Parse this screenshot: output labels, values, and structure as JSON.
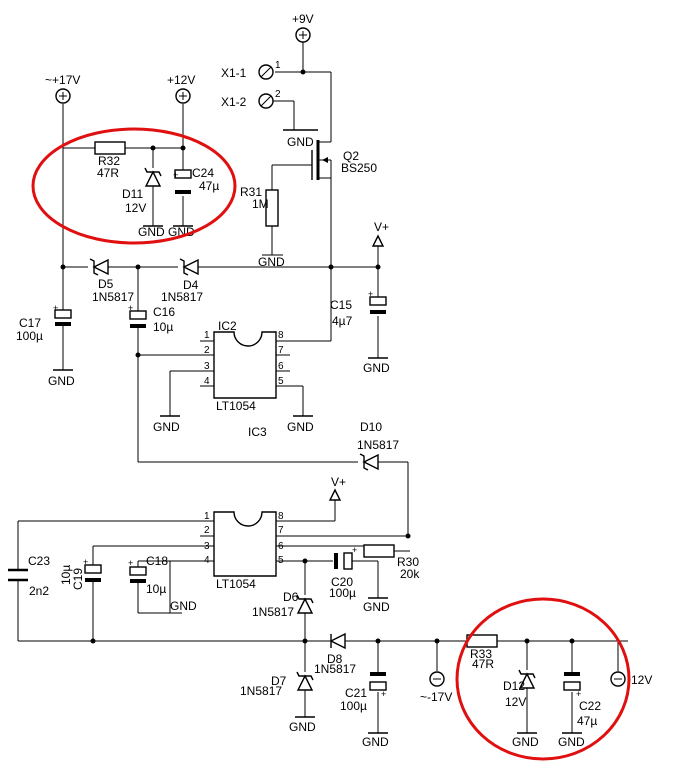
{
  "rails": {
    "p9": "+9V",
    "p17": "~+17V",
    "p12": "+12V",
    "vplus1": "V+",
    "vplus2": "V+",
    "m17": "~-17V",
    "m12": "-12V"
  },
  "connectors": {
    "x1": "X1-1",
    "x1_pin": "1",
    "x2": "X1-2",
    "x2_pin": "2"
  },
  "transistor": {
    "ref": "Q2",
    "value": "BS250"
  },
  "resistors": {
    "r31": {
      "ref": "R31",
      "value": "1M"
    },
    "r32": {
      "ref": "R32",
      "value": "47R"
    },
    "r30": {
      "ref": "R30",
      "value": "20k"
    },
    "r33": {
      "ref": "R33",
      "value": "47R"
    }
  },
  "diodes": {
    "d11": {
      "ref": "D11",
      "value": "12V"
    },
    "d5": {
      "ref": "D5",
      "value": "1N5817"
    },
    "d4": {
      "ref": "D4",
      "value": "1N5817"
    },
    "d10": {
      "ref": "D10",
      "value": "1N5817"
    },
    "d6": {
      "ref": "D6",
      "value": "1N5817"
    },
    "d7": {
      "ref": "D7",
      "value": "1N5817"
    },
    "d8": {
      "ref": "D8",
      "value": "1N5817"
    },
    "d12": {
      "ref": "D12",
      "value": "12V"
    }
  },
  "capacitors": {
    "c24": {
      "ref": "C24",
      "value": "47µ"
    },
    "c17": {
      "ref": "C17",
      "value": "100µ"
    },
    "c16": {
      "ref": "C16",
      "value": "10µ"
    },
    "c15": {
      "ref": "C15",
      "value": "4µ7"
    },
    "c23": {
      "ref": "C23",
      "value": "2n2"
    },
    "c19": {
      "ref": "C19",
      "value": "10µ"
    },
    "c18": {
      "ref": "C18",
      "value": "10µ"
    },
    "c20": {
      "ref": "C20",
      "value": "100µ"
    },
    "c21": {
      "ref": "C21",
      "value": "100µ"
    },
    "c22": {
      "ref": "C22",
      "value": "47µ"
    }
  },
  "ics": {
    "ic2": {
      "ref": "IC2",
      "value": "LT1054"
    },
    "ic3": {
      "ref": "IC3",
      "value": "LT1054"
    },
    "pins": [
      "1",
      "2",
      "3",
      "4",
      "5",
      "6",
      "7",
      "8"
    ]
  },
  "gnd": "GND",
  "plus_sign": "+",
  "highlight_color": "#e01010"
}
